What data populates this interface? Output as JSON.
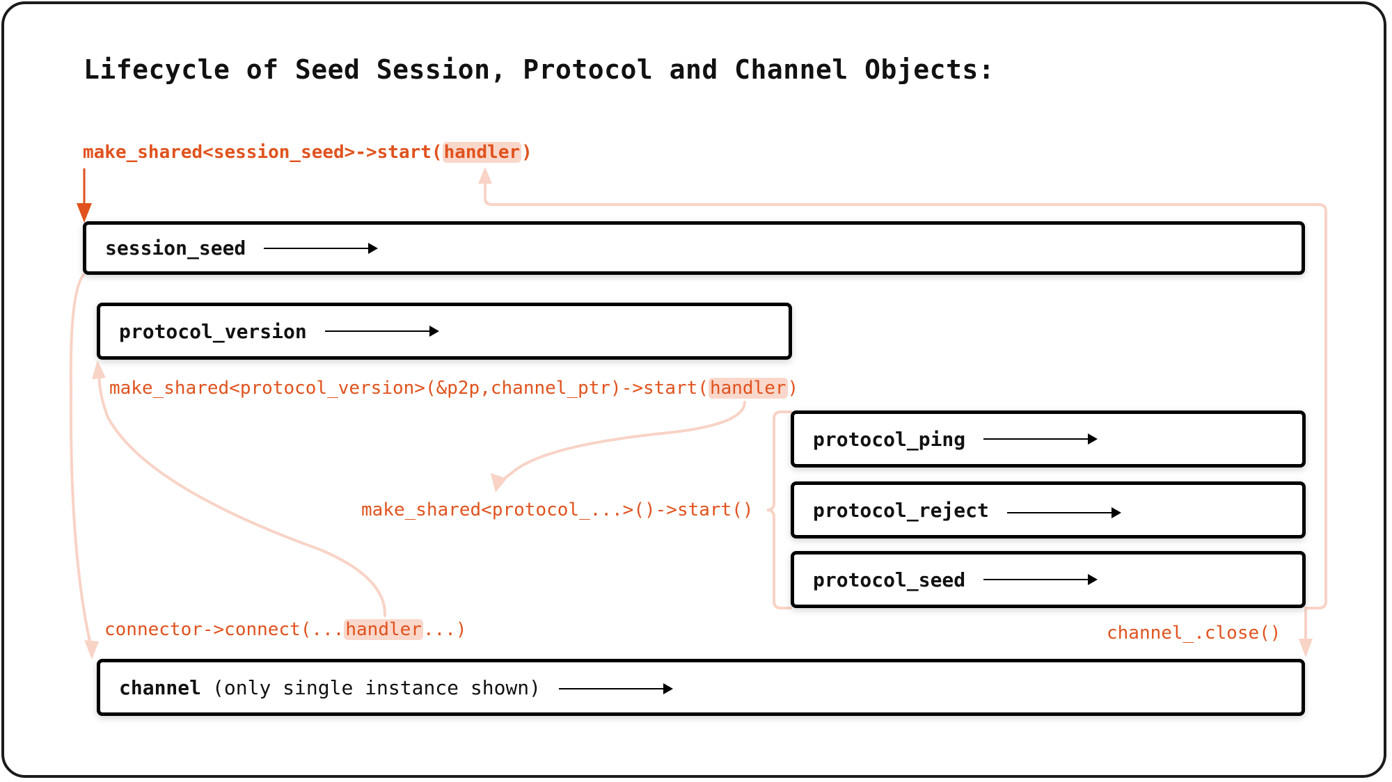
{
  "title": "Lifecycle of Seed Session, Protocol and Channel Objects:",
  "colors": {
    "accent": "#e0521d",
    "accent_light": "#f8d3c6",
    "highlight": "#fad7cb",
    "border": "#000000",
    "frame": "#1c1a1a"
  },
  "annotations": {
    "session_start": {
      "prefix": "make_shared<session_seed>->start(",
      "handler": "handler",
      "suffix": ")"
    },
    "protocol_version_start": {
      "prefix": "make_shared<protocol_version>(&p2p,channel_ptr)->start(",
      "handler": "handler",
      "suffix": ")"
    },
    "protocol_generic_start": "make_shared<protocol_...>()->start()",
    "connector": {
      "prefix": "connector->connect(...",
      "handler": "handler",
      "suffix": "...)"
    },
    "channel_close": "channel_.close()"
  },
  "boxes": {
    "session_seed": "session_seed",
    "protocol_version": "protocol_version",
    "protocol_ping": "protocol_ping",
    "protocol_reject": "protocol_reject",
    "protocol_seed": "protocol_seed",
    "channel": "channel",
    "channel_note": "(only single instance shown)"
  }
}
